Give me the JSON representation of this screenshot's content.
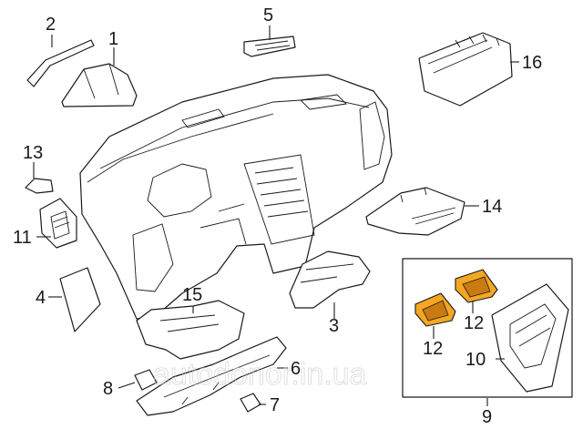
{
  "callouts": {
    "p1": "1",
    "p2": "2",
    "p3": "3",
    "p4": "4",
    "p5": "5",
    "p6": "6",
    "p7": "7",
    "p8": "8",
    "p9": "9",
    "p10": "10",
    "p11": "11",
    "p12a": "12",
    "p12b": "12",
    "p13": "13",
    "p14": "14",
    "p15": "15",
    "p16": "16"
  },
  "watermark": "autodonor.in.ua",
  "colors": {
    "highlight": "#f5a623",
    "line": "#1a1a1a",
    "background": "#ffffff"
  }
}
